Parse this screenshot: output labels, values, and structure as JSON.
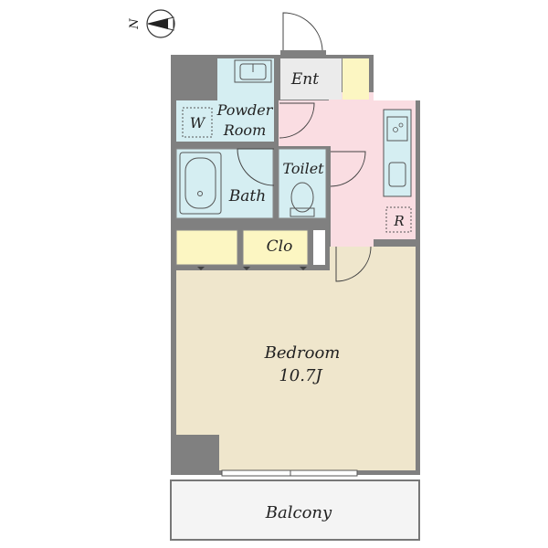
{
  "compass": {
    "north_label": "N"
  },
  "rooms": {
    "entrance": "Ent",
    "powder_room_line1": "Powder",
    "powder_room_line2": "Room",
    "washer": "W",
    "toilet": "Toilet",
    "bath": "Bath",
    "closet": "Clo",
    "refrigerator": "R",
    "bedroom": "Bedroom",
    "bedroom_size": "10.7J",
    "balcony": "Balcony"
  },
  "colors": {
    "wall": "#808080",
    "wet_area": "#d5eef2",
    "kitchen_hall": "#fadde2",
    "storage": "#fcf6c2",
    "bedroom": "#efe6cc",
    "balcony": "#f4f4f4",
    "entrance": "#ebebeb"
  }
}
